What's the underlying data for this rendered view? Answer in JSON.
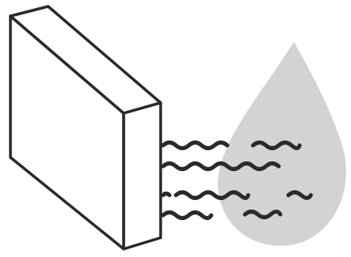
{
  "scene": {
    "icon": "humidifier-pad-icon",
    "colors": {
      "outline": "#2a2a2a",
      "drop_fill": "#d3d3d3",
      "panel_fill": "#ffffff",
      "background": "#ffffff"
    },
    "parts": [
      {
        "name": "evaporative-panel",
        "icon": "panel-icon"
      },
      {
        "name": "water-droplet",
        "icon": "water-drop-icon"
      },
      {
        "name": "air-flow-waves",
        "icon": "wave-icon",
        "count": 8
      }
    ]
  }
}
